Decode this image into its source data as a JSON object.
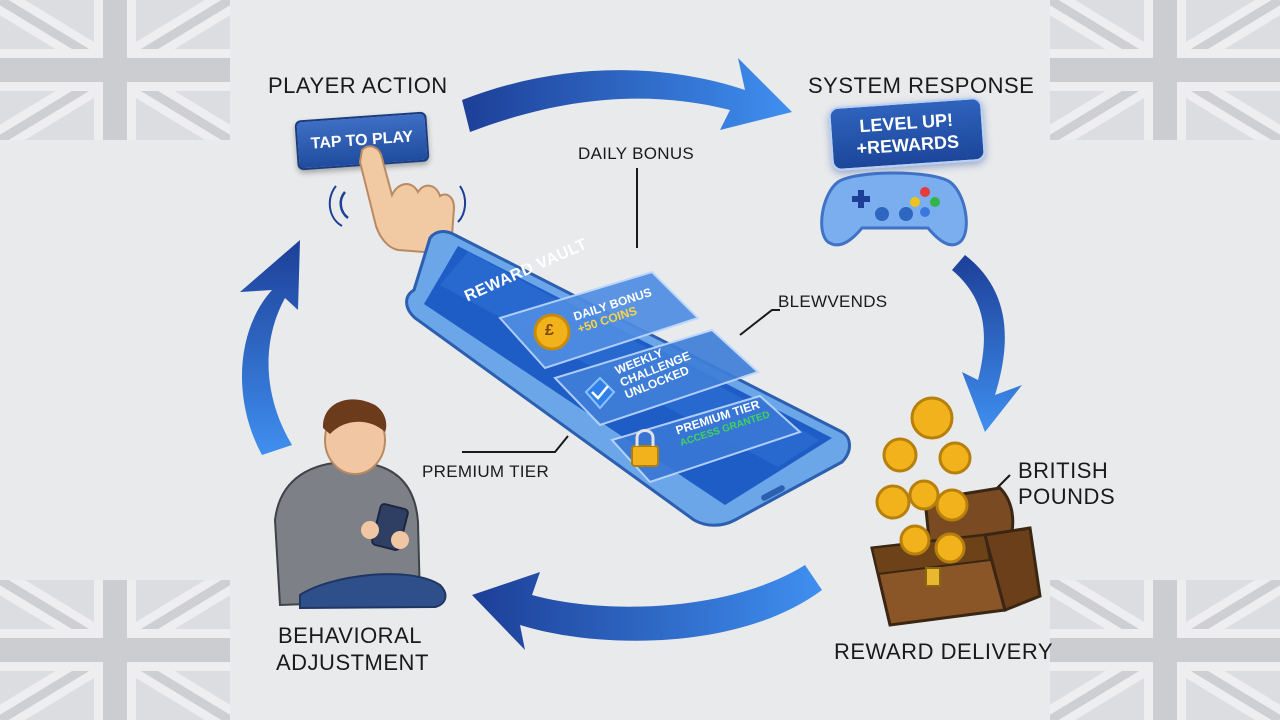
{
  "diagram": {
    "steps": {
      "player_action": "PLAYER ACTION",
      "system_response": "SYSTEM RESPONSE",
      "reward_delivery": "REWARD DELIVERY",
      "behavioral_adjustment_line1": "BEHAVIORAL",
      "behavioral_adjustment_line2": "ADJUSTMENT"
    },
    "callouts": {
      "daily_bonus": "DAILY BONUS",
      "blewvends": "BLEWVENDS",
      "premium_tier": "PREMIUM TIER",
      "british_pounds_line1": "BRITISH",
      "british_pounds_line2": "POUNDS"
    },
    "tap_button": "TAP TO PLAY",
    "level_up": {
      "line1": "LEVEL UP!",
      "line2": "+REWARDS"
    },
    "phone": {
      "title": "REWARD VAULT",
      "cards": [
        {
          "line1": "DAILY BONUS",
          "line2": "+50 COINS",
          "icon": "pound-coin-icon"
        },
        {
          "line1": "WEEKLY",
          "line2": "CHALLENGE",
          "line3": "UNLOCKED",
          "icon": "shield-check-icon"
        },
        {
          "line1": "PREMIUM TIER",
          "line2": "ACCESS GRANTED",
          "icon": "padlock-icon"
        }
      ]
    },
    "coin_symbol": "£",
    "colors": {
      "arrow_dark": "#1d3f97",
      "arrow_light": "#3f8ff0",
      "phone_body": "#6aa6e8",
      "screen": "#1f5dc6",
      "coin_gold": "#f2b21c",
      "background": "#e9eaec"
    }
  }
}
